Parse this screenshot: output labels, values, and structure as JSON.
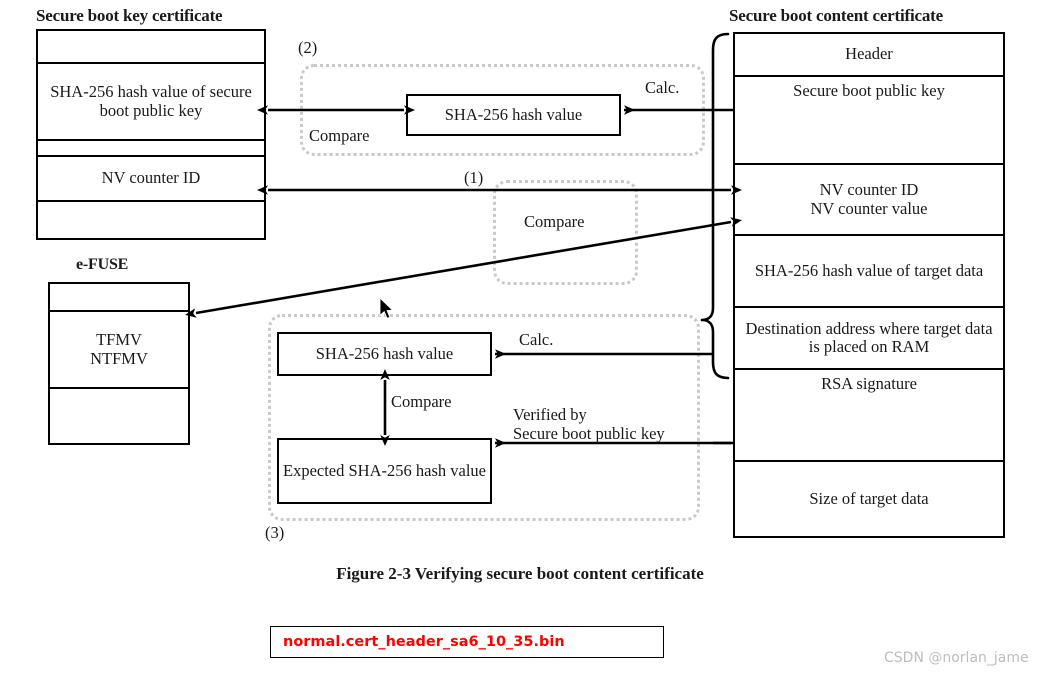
{
  "figure": {
    "caption": "Figure 2-3 Verifying secure boot content certificate"
  },
  "key_certificate": {
    "title": "Secure boot key certificate",
    "rows": [
      {
        "label": "",
        "height": 33
      },
      {
        "label": "SHA-256 hash value of secure boot public key",
        "height": 77
      },
      {
        "label": "",
        "height": 16
      },
      {
        "label": "NV counter ID",
        "height": 45
      },
      {
        "label": "",
        "height": 40
      }
    ]
  },
  "content_certificate": {
    "title": "Secure boot content certificate",
    "rows": [
      {
        "label": "Header",
        "height": 43
      },
      {
        "label": "Secure boot public key",
        "height": 88
      },
      {
        "label": "NV counter ID\nNV counter value",
        "height": 71
      },
      {
        "label": "SHA-256 hash value of target data",
        "height": 72
      },
      {
        "label": "Destination address where target data is placed on RAM",
        "height": 62
      },
      {
        "label": "RSA signature",
        "height": 92
      },
      {
        "label": "Size of target data",
        "height": 78
      }
    ]
  },
  "efuse": {
    "title": "e-FUSE",
    "rows": [
      {
        "label": "",
        "height": 28
      },
      {
        "label": "TFMV\nNTFMV",
        "height": 77
      },
      {
        "label": "",
        "height": 58
      }
    ]
  },
  "steps": {
    "step1": "(1)",
    "step2": "(2)",
    "step3": "(3)"
  },
  "boxes": {
    "hash_value_2": "SHA-256 hash value",
    "hash_value_3": "SHA-256 hash value",
    "expected_hash_3": "Expected SHA-256 hash value"
  },
  "labels": {
    "compare_1": "Compare",
    "compare_2": "Compare",
    "compare_3": "Compare",
    "calc_2": "Calc.",
    "calc_3": "Calc.",
    "verified_by_line1": "Verified by",
    "verified_by_line2": "Secure boot public key"
  },
  "callout": {
    "filename": "normal.cert_header_sa6_10_35.bin"
  },
  "watermark": {
    "text": "CSDN @norlan_jame"
  },
  "colors": {
    "ink": "#1a1a1a",
    "dotted_region": "#c9c9c9",
    "callout_text": "#ff0000",
    "watermark": "#bdbdbd",
    "background": "#ffffff"
  }
}
